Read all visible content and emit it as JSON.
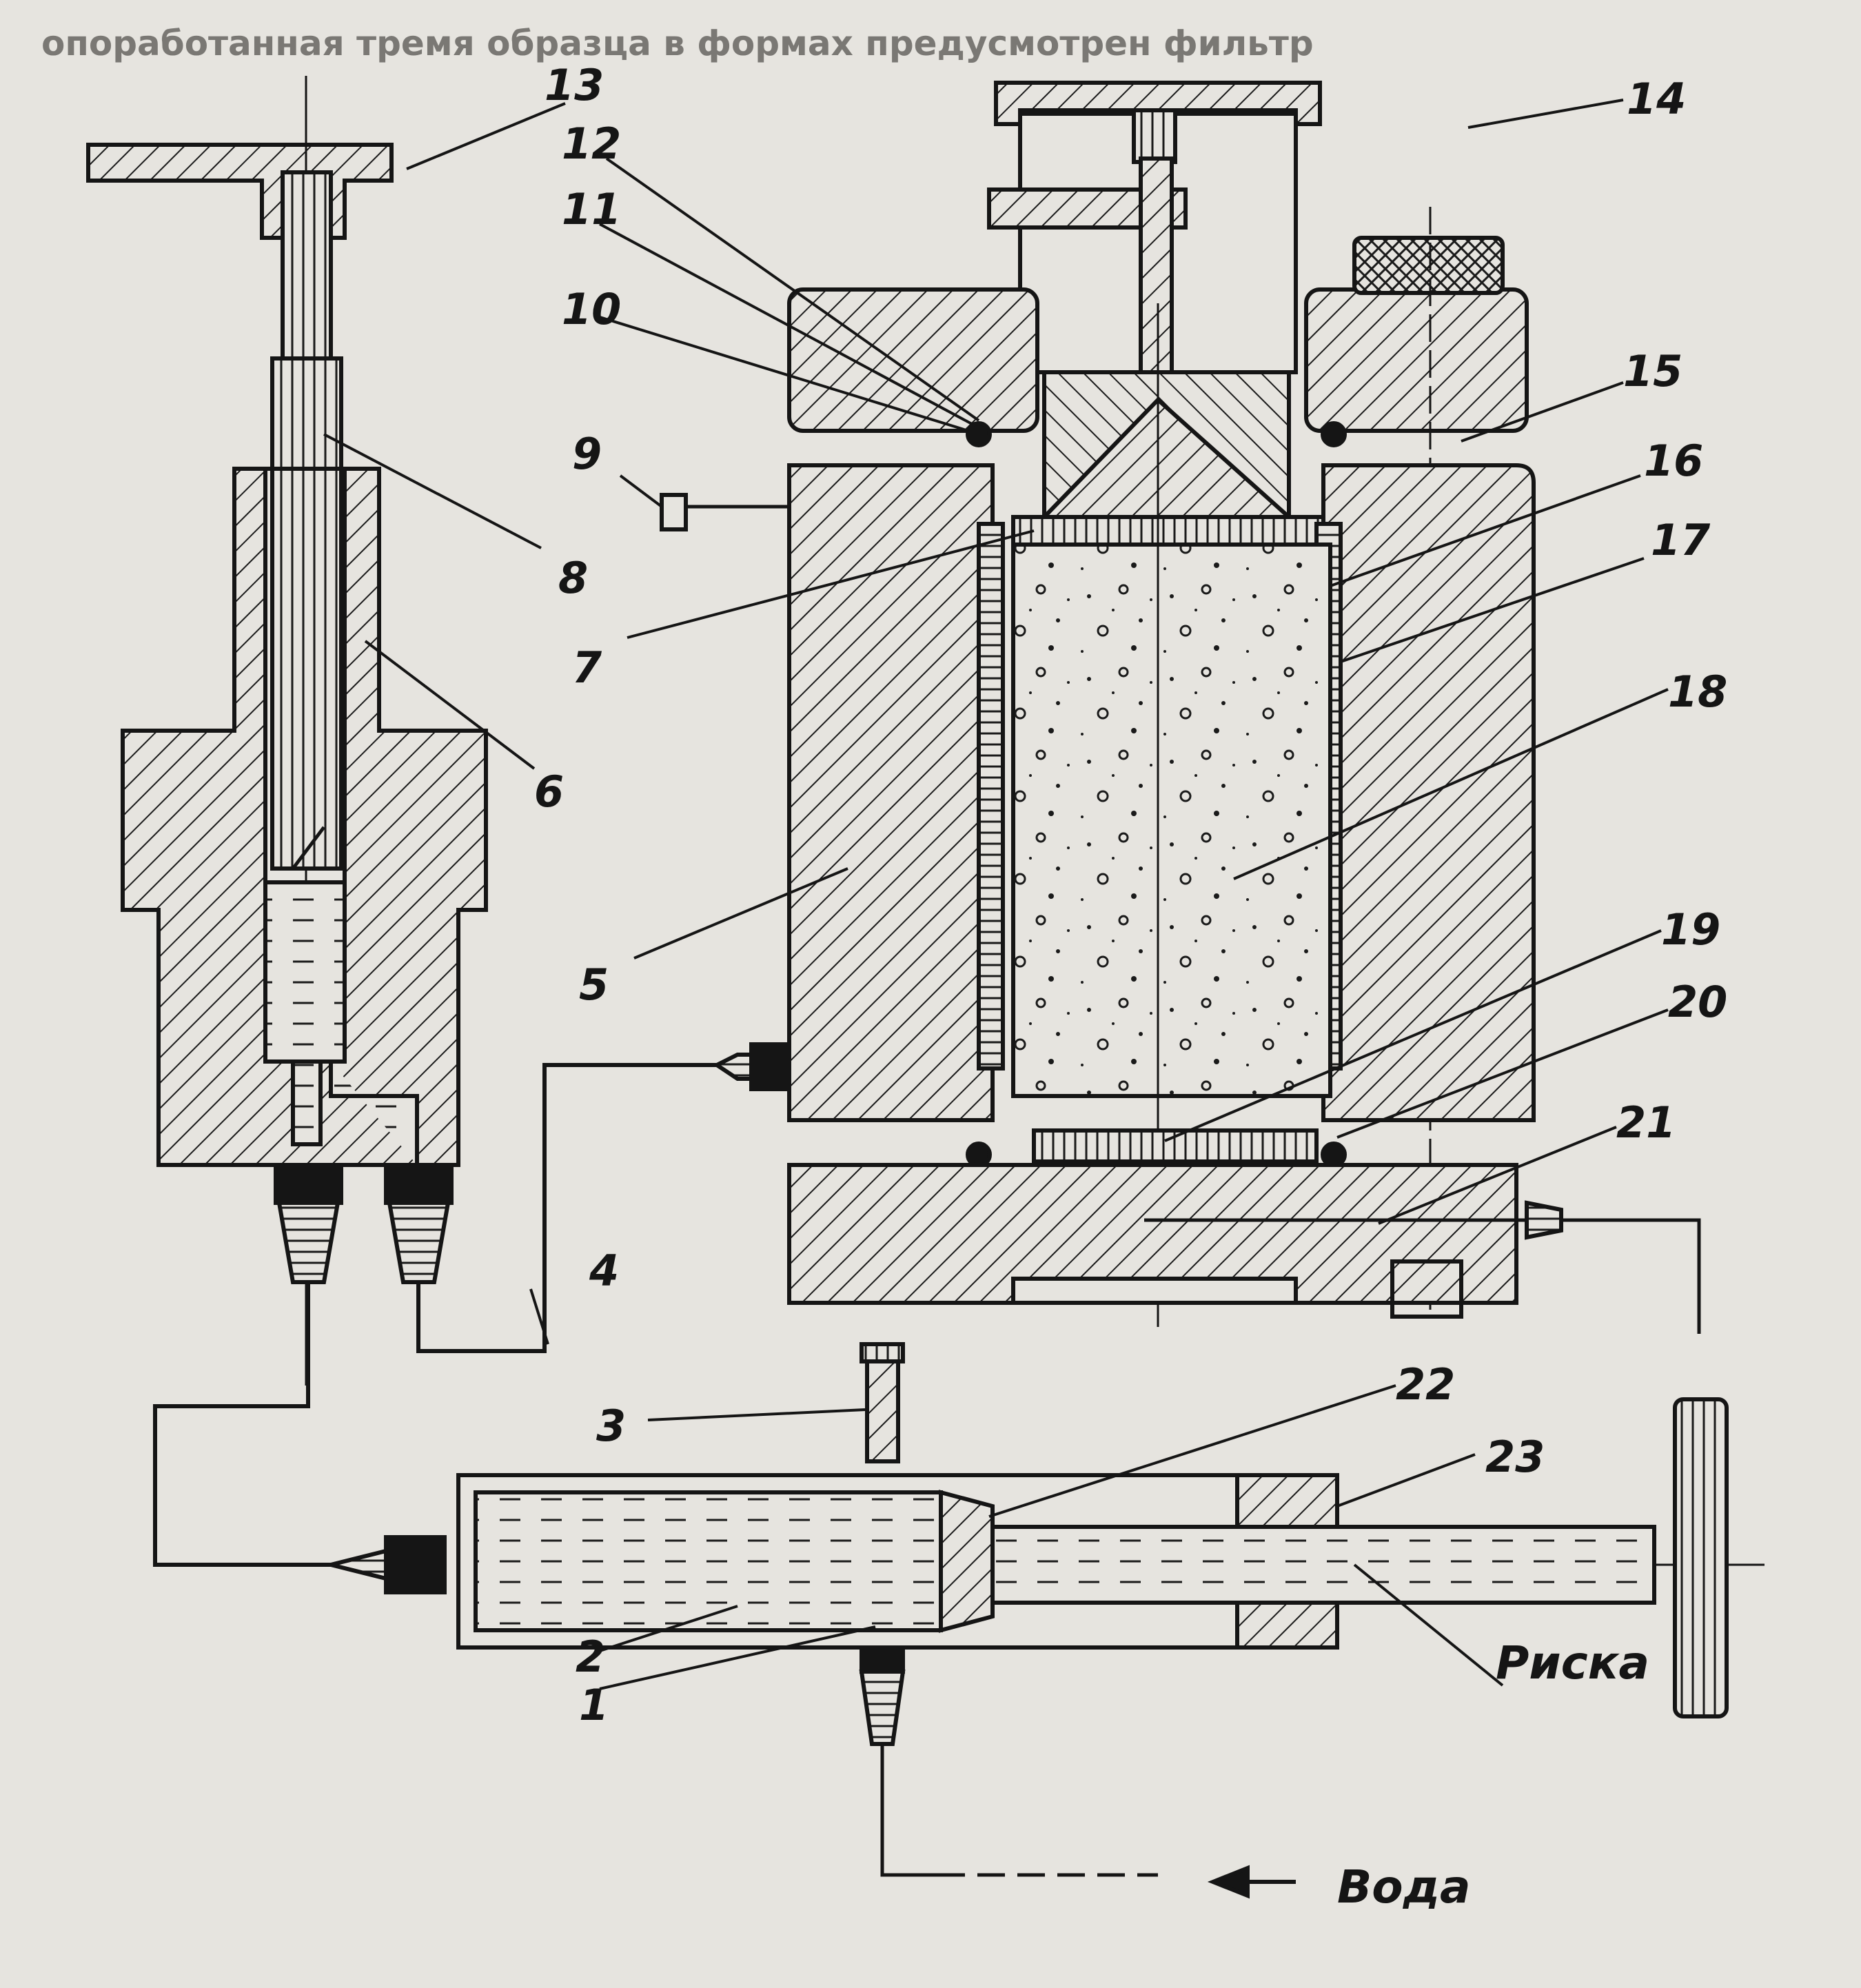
{
  "diagram": {
    "header_text": "опоработанная тремя образца в формах предусмотрен фильтр",
    "callouts": [
      "1",
      "2",
      "3",
      "4",
      "5",
      "6",
      "7",
      "8",
      "9",
      "10",
      "11",
      "12",
      "13",
      "14",
      "15",
      "16",
      "17",
      "18",
      "19",
      "20",
      "21",
      "22",
      "23"
    ],
    "label_riska": "Риска",
    "label_voda": "Вода",
    "colors": {
      "ink": "#151515",
      "paper": "#e6e4df"
    }
  }
}
